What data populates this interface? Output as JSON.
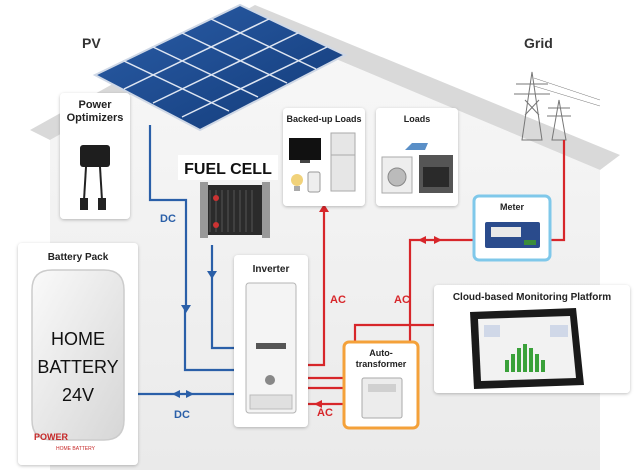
{
  "labels": {
    "pv": "PV",
    "grid": "Grid",
    "power_optimizers_line1": "Power",
    "power_optimizers_line2": "Optimizers",
    "fuel_cell": "FUEL CELL",
    "backed_up_loads": "Backed-up Loads",
    "loads": "Loads",
    "meter": "Meter",
    "battery_pack": "Battery Pack",
    "home_battery_line1": "HOME",
    "home_battery_line2": "BATTERY",
    "home_battery_line3": "24V",
    "inverter": "Inverter",
    "autotransformer_line1": "Auto-",
    "autotransformer_line2": "transformer",
    "cloud_platform": "Cloud-based Monitoring Platform",
    "brand_power": "POWER",
    "brand_sub": "HOME BATTERY"
  },
  "connections": {
    "dc_optimizer": "DC",
    "dc_battery": "DC",
    "ac_backed_up": "AC",
    "ac_loads": "AC",
    "ac_autotransformer": "AC"
  },
  "colors": {
    "dc_line": "#2a5fa8",
    "ac_line": "#d7262a",
    "meter_glow": "#7fc8ea",
    "autotransformer_glow": "#f4a13a"
  }
}
